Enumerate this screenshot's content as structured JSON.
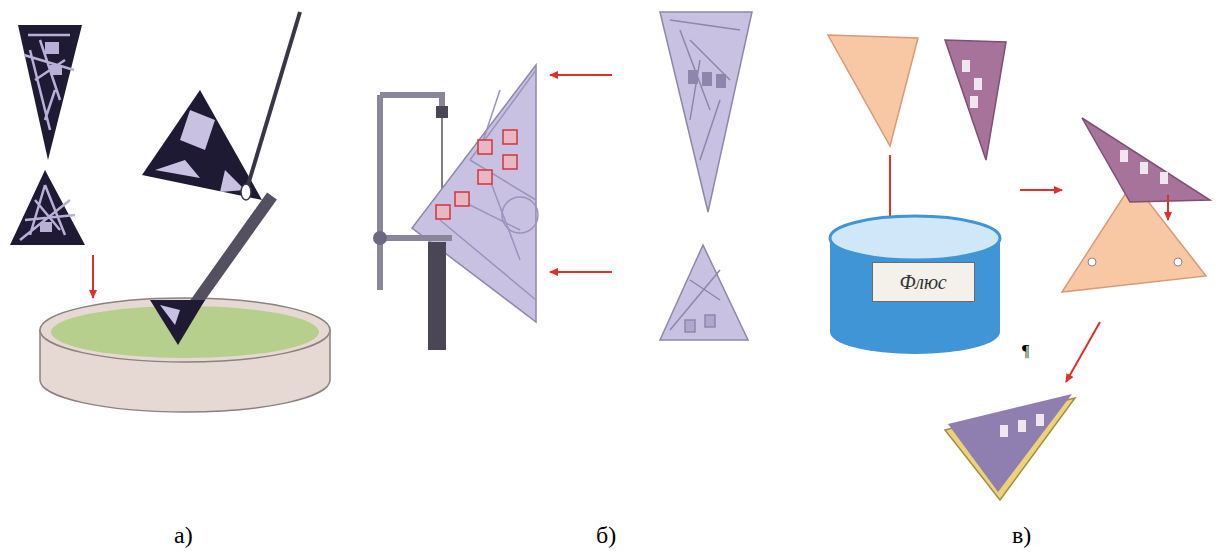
{
  "diagram": {
    "nodes": [
      {
        "text": [
          "Флюс"
        ]
      }
    ],
    "labels": [
      "а)",
      "б)",
      "в)",
      "¶"
    ]
  }
}
